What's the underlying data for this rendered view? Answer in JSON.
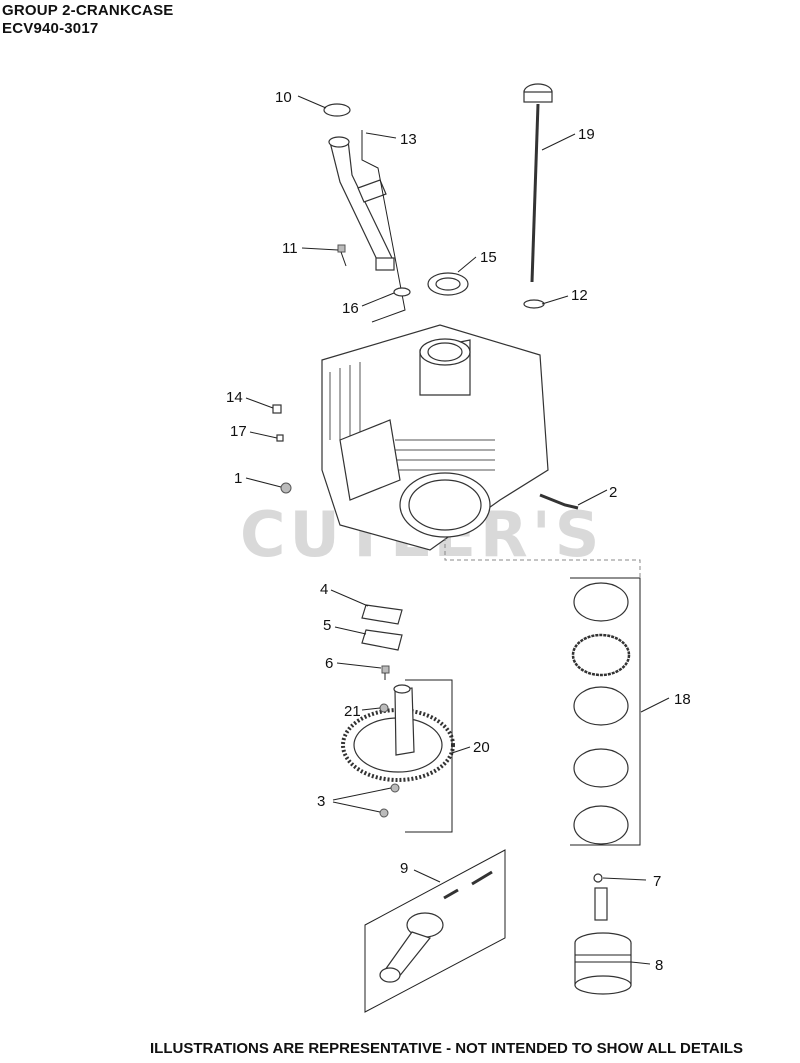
{
  "header": {
    "group_title": "GROUP 2-CRANKCASE",
    "model": "ECV940-3017"
  },
  "watermark": "CUTLER'S",
  "footer": "ILLUSTRATIONS ARE REPRESENTATIVE - NOT INTENDED TO SHOW ALL DETAILS",
  "callouts": {
    "c1": "1",
    "c2": "2",
    "c3": "3",
    "c4": "4",
    "c5": "5",
    "c6": "6",
    "c7": "7",
    "c8": "8",
    "c9": "9",
    "c10": "10",
    "c11": "11",
    "c12": "12",
    "c13": "13",
    "c14": "14",
    "c15": "15",
    "c16": "16",
    "c17": "17",
    "c18": "18",
    "c19": "19",
    "c20": "20",
    "c21": "21"
  }
}
